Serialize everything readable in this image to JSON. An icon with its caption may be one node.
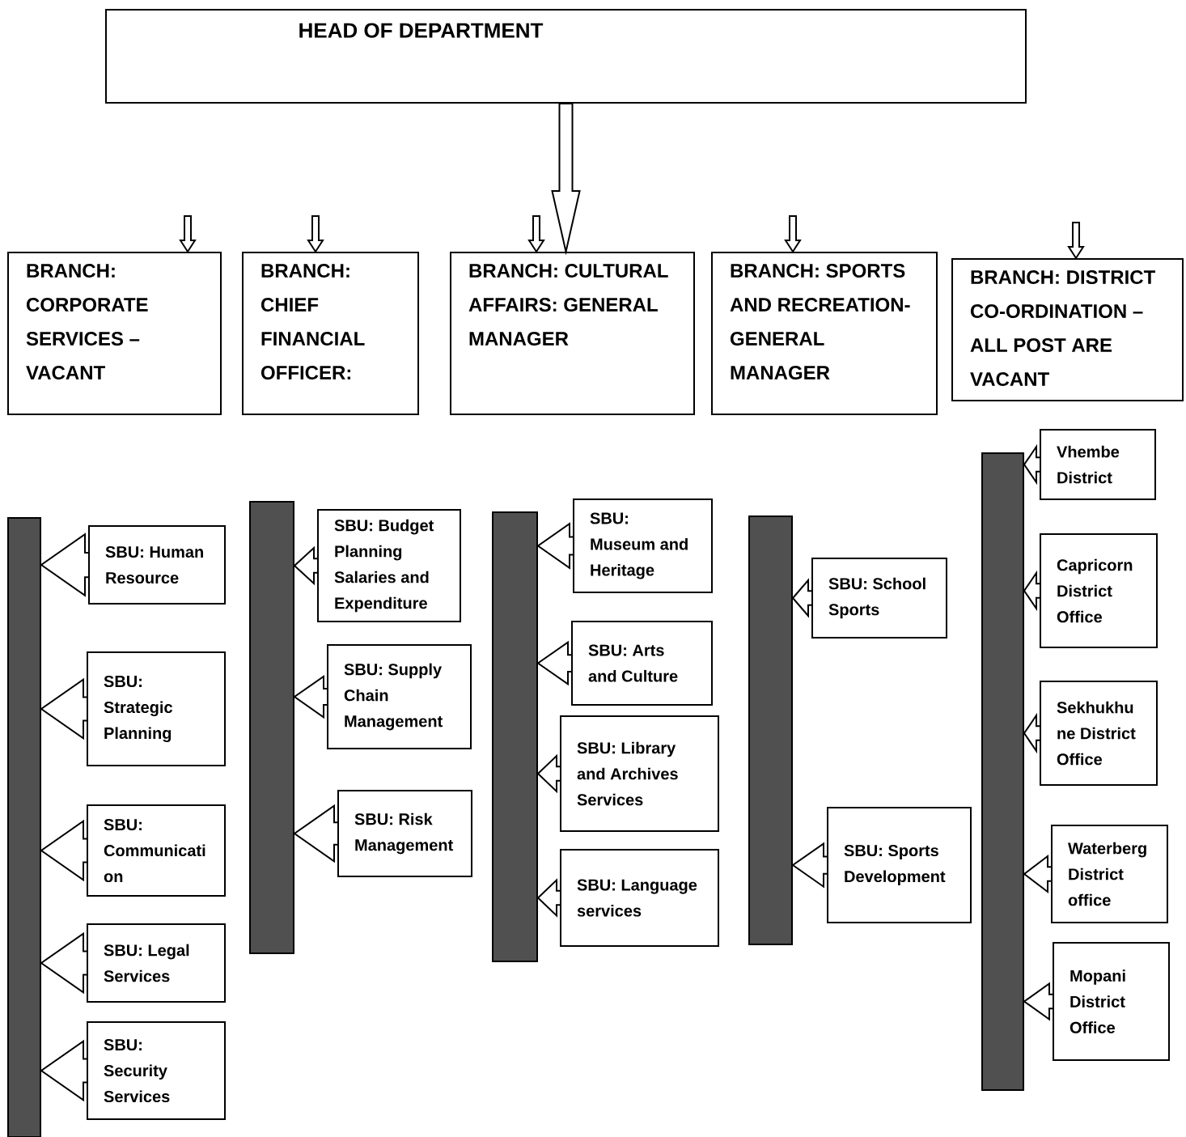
{
  "diagram": {
    "nodes": [
      {
        "text": [
          "HEAD OF DEPARTMENT"
        ]
      },
      {
        "text": [
          "BRANCH: CORPORATE SERVICES – VACANT"
        ]
      },
      {
        "text": [
          "BRANCH: CHIEF FINANCIAL OFFICER:"
        ]
      },
      {
        "text": [
          "BRANCH: CULTURAL AFFAIRS: GENERAL MANAGER"
        ]
      },
      {
        "text": [
          "BRANCH: SPORTS AND RECREATION-GENERAL MANAGER"
        ]
      },
      {
        "text": [
          "BRANCH: DISTRICT CO-ORDINATION – ALL POST ARE VACANT"
        ]
      },
      {
        "text": [],
        "shape": "bar"
      },
      {
        "text": [
          "SBU: Human Resource"
        ]
      },
      {
        "text": [
          "SBU: Strategic Planning"
        ]
      },
      {
        "text": [
          "SBU: Communicati on"
        ]
      },
      {
        "text": [
          "SBU: Legal Services"
        ]
      },
      {
        "text": [
          "SBU: Security Services"
        ]
      },
      {
        "text": [],
        "shape": "bar"
      },
      {
        "text": [
          "SBU: Budget Planning Salaries and Expenditure"
        ]
      },
      {
        "text": [
          "SBU: Supply Chain Management"
        ]
      },
      {
        "text": [
          "SBU: Risk Management"
        ]
      },
      {
        "text": [],
        "shape": "bar"
      },
      {
        "text": [
          "SBU: Museum and Heritage"
        ]
      },
      {
        "text": [
          "SBU: Arts and Culture"
        ]
      },
      {
        "text": [
          "SBU: Library and Archives Services"
        ]
      },
      {
        "text": [
          "SBU: Language services"
        ]
      },
      {
        "text": [],
        "shape": "bar"
      },
      {
        "text": [
          "SBU: School Sports"
        ]
      },
      {
        "text": [
          "SBU: Sports Development"
        ]
      },
      {
        "text": [],
        "shape": "bar"
      },
      {
        "text": [
          "Vhembe District"
        ]
      },
      {
        "text": [
          "Capricorn District Office"
        ]
      },
      {
        "text": [
          "Sekhukhu ne District Office"
        ]
      },
      {
        "text": [
          "Waterberg District office"
        ]
      },
      {
        "text": [
          "Mopani District Office"
        ]
      }
    ],
    "edges": [
      {
        "from": 0,
        "to": 3,
        "arrow": "to"
      },
      {
        "from": null,
        "to": 1,
        "arrow": "to"
      },
      {
        "from": null,
        "to": 2,
        "arrow": "to"
      },
      {
        "from": null,
        "to": 3,
        "arrow": "to"
      },
      {
        "from": null,
        "to": 4,
        "arrow": "to"
      },
      {
        "from": null,
        "to": 5,
        "arrow": "to"
      },
      {
        "from": 7,
        "to": 6,
        "arrow": "to"
      },
      {
        "from": 8,
        "to": 6,
        "arrow": "to"
      },
      {
        "from": 9,
        "to": 6,
        "arrow": "to"
      },
      {
        "from": 10,
        "to": 6,
        "arrow": "to"
      },
      {
        "from": 11,
        "to": 6,
        "arrow": "to"
      },
      {
        "from": 13,
        "to": 12,
        "arrow": "to"
      },
      {
        "from": 14,
        "to": 12,
        "arrow": "to"
      },
      {
        "from": 15,
        "to": 12,
        "arrow": "to"
      },
      {
        "from": 17,
        "to": 16,
        "arrow": "to"
      },
      {
        "from": 18,
        "to": 16,
        "arrow": "to"
      },
      {
        "from": 19,
        "to": 16,
        "arrow": "to"
      },
      {
        "from": 20,
        "to": 16,
        "arrow": "to"
      },
      {
        "from": 22,
        "to": 21,
        "arrow": "to"
      },
      {
        "from": 23,
        "to": 21,
        "arrow": "to"
      },
      {
        "from": 25,
        "to": 24,
        "arrow": "to"
      },
      {
        "from": 26,
        "to": 24,
        "arrow": "to"
      },
      {
        "from": 27,
        "to": 24,
        "arrow": "to"
      },
      {
        "from": 28,
        "to": 24,
        "arrow": "to"
      },
      {
        "from": 29,
        "to": 24,
        "arrow": "to"
      }
    ]
  }
}
